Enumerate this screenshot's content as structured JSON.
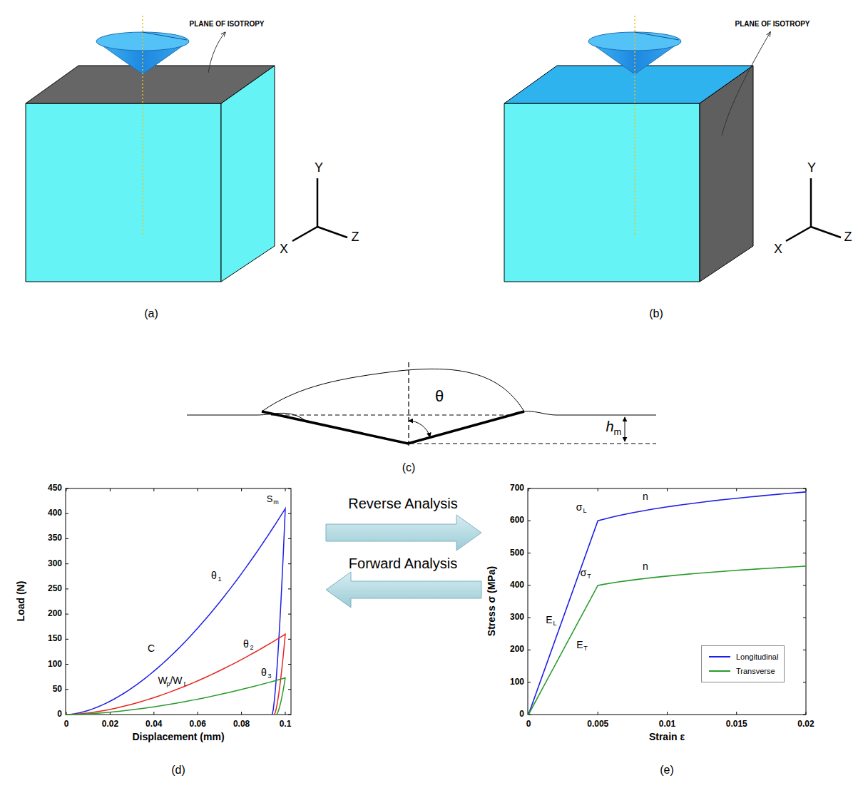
{
  "diagram": {
    "labels": [
      "PLANE OF ISOTROPY",
      "Y",
      "X",
      "Z",
      "(a)",
      "PLANE OF ISOTROPY",
      "Y",
      "X",
      "Z",
      "(b)",
      "θ",
      "h",
      "m",
      "(c)",
      "0",
      "50",
      "100",
      "150",
      "200",
      "250",
      "300",
      "350",
      "400",
      "450",
      "0",
      "0.02",
      "0.04",
      "0.06",
      "0.08",
      "0.1",
      "Load (N)",
      "Displacement (mm)",
      "S",
      "m",
      "θ",
      "1",
      "C",
      "θ",
      "2",
      "W",
      "p",
      "/W",
      "t",
      "θ",
      "3",
      "(d)",
      "Reverse Analysis",
      "Forward Analysis",
      "0",
      "100",
      "200",
      "300",
      "400",
      "500",
      "600",
      "700",
      "0",
      "0.005",
      "0.01",
      "0.015",
      "0.02",
      "Stress σ (MPa)",
      "Strain ε",
      "σ",
      "L",
      "n",
      "σ",
      "T",
      "n",
      "E",
      "L",
      "E",
      "T",
      "(e)"
    ],
    "legend": [
      {
        "text": "Longitudinal"
      },
      {
        "text": "Transverse"
      }
    ]
  }
}
